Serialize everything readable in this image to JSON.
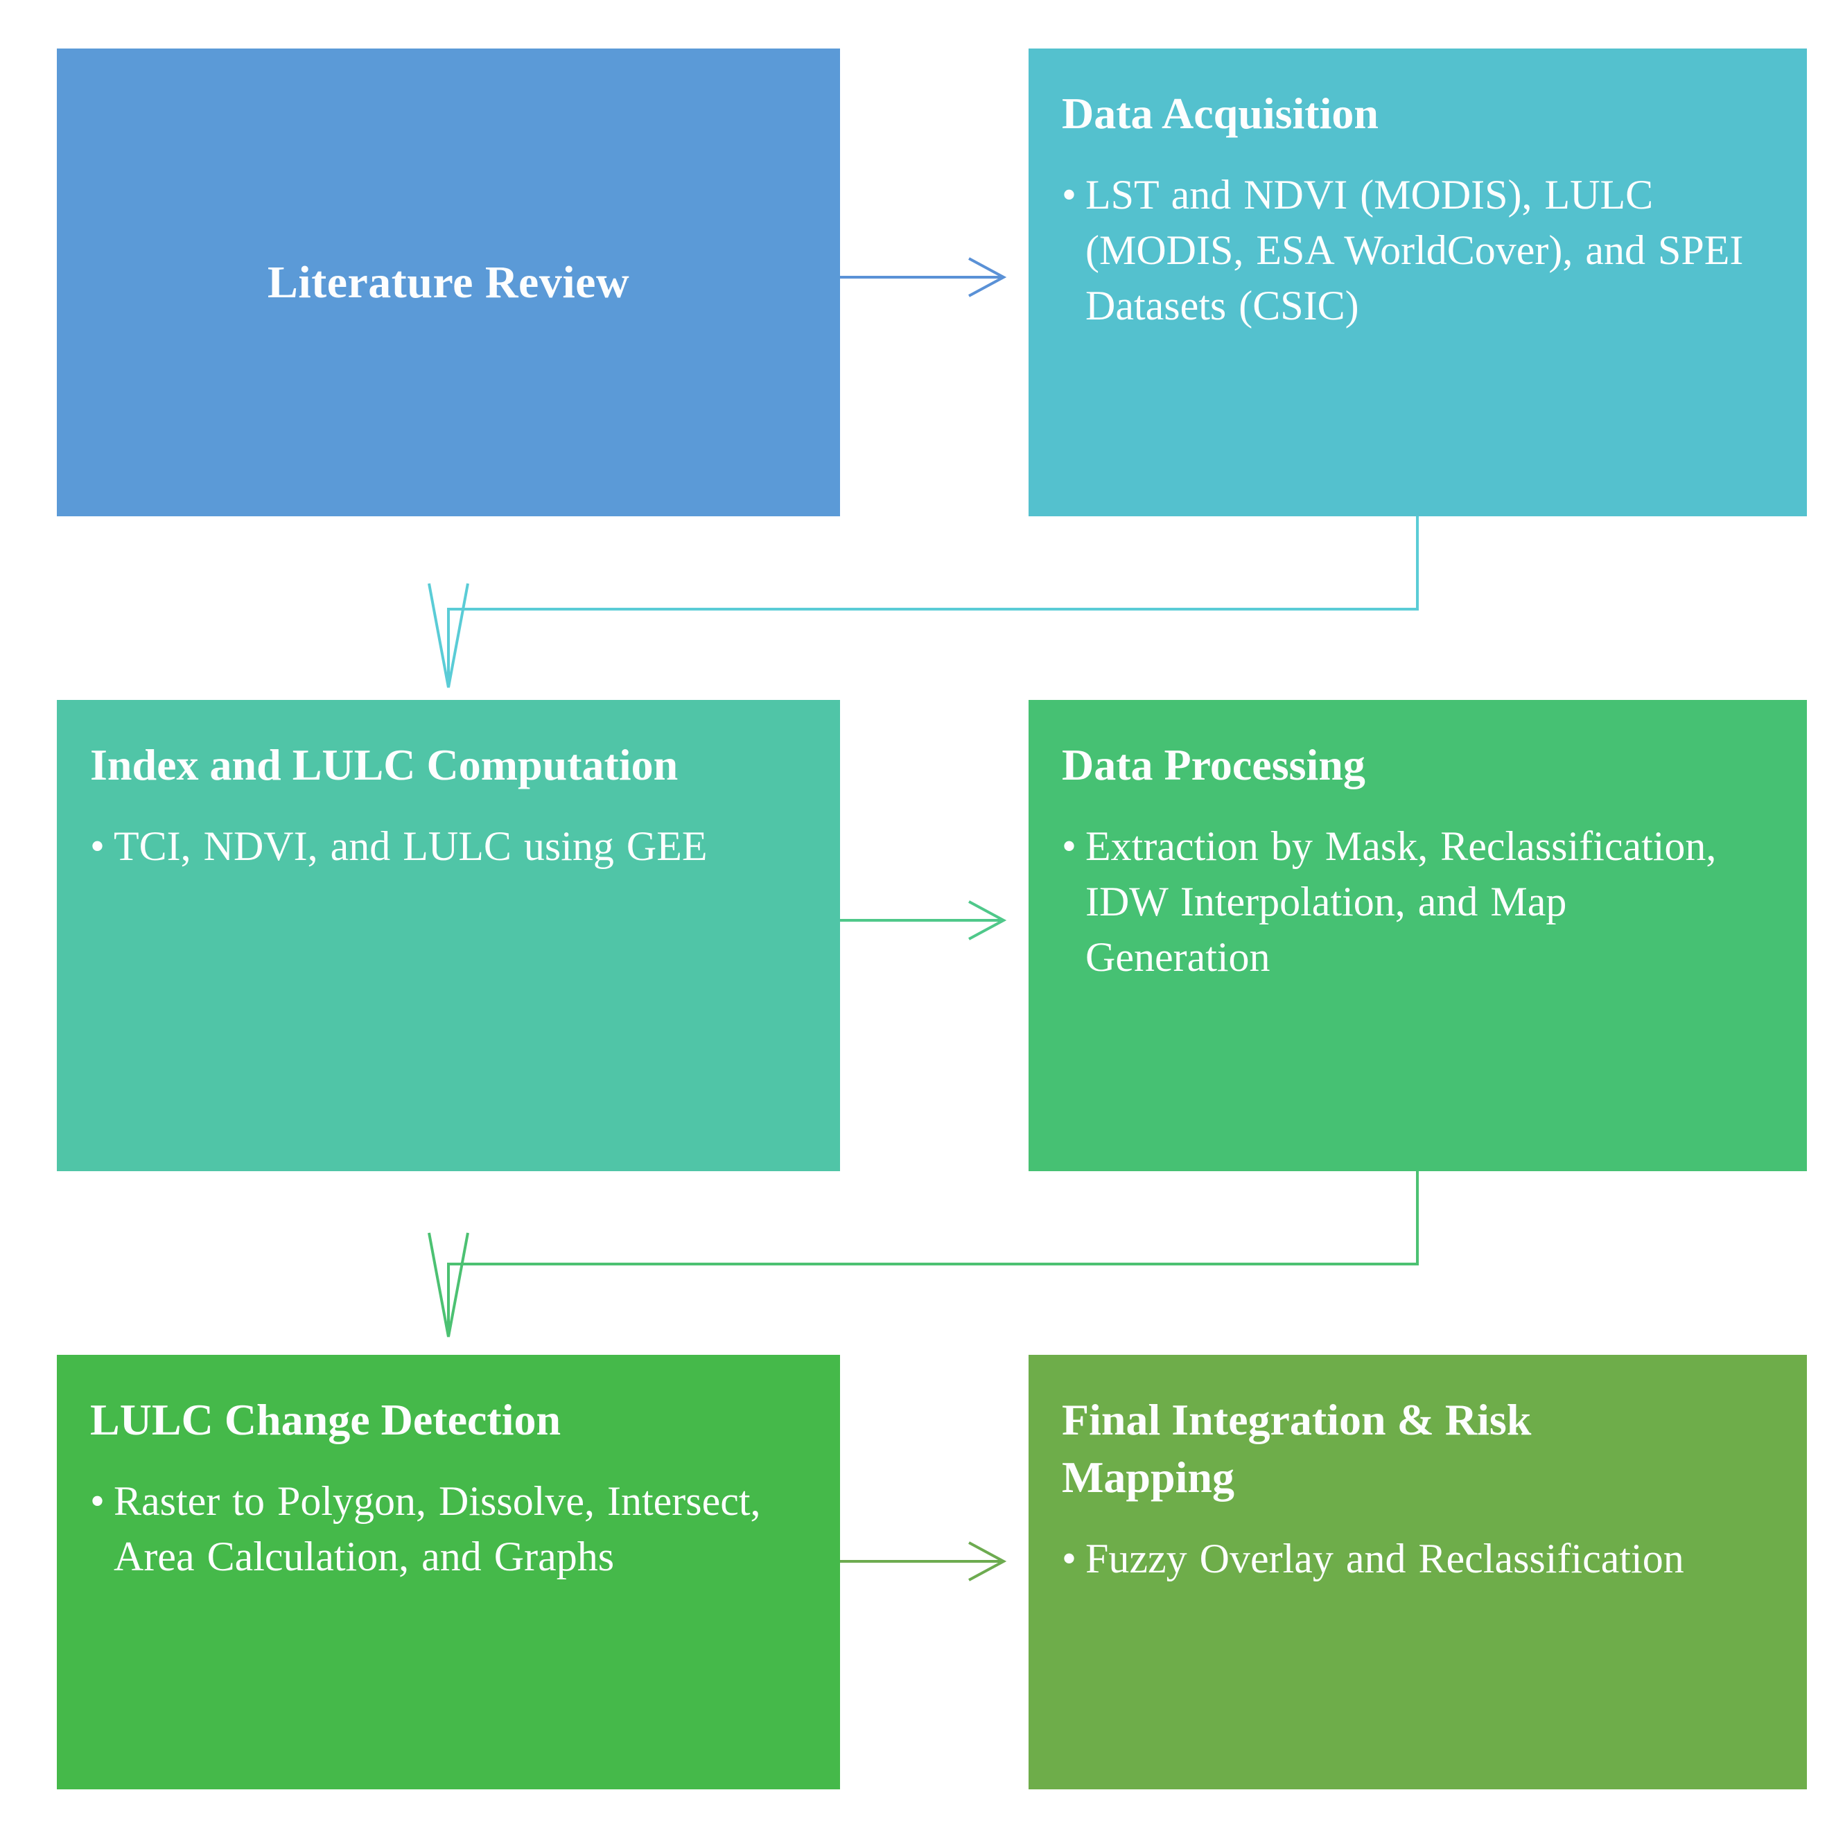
{
  "diagram": {
    "background": "#ffffff",
    "text_color": "#fdfefe",
    "bullet_marker": "•",
    "boxes": [
      {
        "name": "literature-review",
        "title": "Literature Review",
        "bullet": "",
        "color": "#5b9ad7"
      },
      {
        "name": "data-acquisition",
        "title": "Data Acquisition",
        "bullet": "LST and NDVI (MODIS), LULC (MODIS, ESA WorldCover), and SPEI Datasets (CSIC)",
        "color": "#54c1ce"
      },
      {
        "name": "index-and-lulc-computation",
        "title": "Index and LULC Computation",
        "bullet": "TCI, NDVI, and LULC using GEE",
        "color": "#50c5a7"
      },
      {
        "name": "data-processing",
        "title": "Data Processing",
        "bullet": "Extraction by Mask, Reclassification, IDW Interpolation, and Map Generation",
        "color": "#46c173"
      },
      {
        "name": "lulc-change-detection",
        "title": "LULC Change Detection",
        "bullet": "Raster to Polygon, Dissolve, Intersect, Area Calculation, and Graphs",
        "color": "#45b94a"
      },
      {
        "name": "final-integration-and-risk-mapping",
        "title": "Final Integration & Risk Mapping",
        "bullet": "Fuzzy Overlay and Reclassification",
        "color": "#6ead4a"
      }
    ],
    "connectors": [
      {
        "from": "literature-review",
        "to": "data-acquisition",
        "shape": "straight-arrow-right",
        "color": "#5a91d6"
      },
      {
        "from": "data-acquisition",
        "to": "index-and-lulc-computation",
        "shape": "elbow-arrow-down-left-down",
        "color": "#5accd6"
      },
      {
        "from": "index-and-lulc-computation",
        "to": "data-processing",
        "shape": "straight-arrow-right",
        "color": "#4fc88a"
      },
      {
        "from": "data-processing",
        "to": "lulc-change-detection",
        "shape": "elbow-arrow-down-left-down",
        "color": "#4cc172"
      },
      {
        "from": "lulc-change-detection",
        "to": "final-integration-and-risk-mapping",
        "shape": "straight-arrow-right",
        "color": "#6dab50"
      }
    ]
  }
}
